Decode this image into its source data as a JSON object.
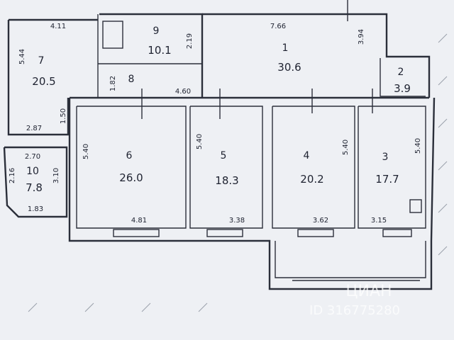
{
  "rooms": [
    {
      "id": "1",
      "area": "30.6"
    },
    {
      "id": "2",
      "area": "3.9"
    },
    {
      "id": "3",
      "area": "17.7"
    },
    {
      "id": "4",
      "area": "20.2"
    },
    {
      "id": "5",
      "area": "18.3"
    },
    {
      "id": "6",
      "area": "26.0"
    },
    {
      "id": "7",
      "area": "20.5"
    },
    {
      "id": "8",
      "area": ""
    },
    {
      "id": "9",
      "area": "10.1"
    },
    {
      "id": "10",
      "area": "7.8"
    }
  ],
  "dimensions": {
    "d411": "4.11",
    "d766": "7.66",
    "d544": "5.44",
    "d219": "2.19",
    "d394": "3.94",
    "d182": "1.82",
    "d460": "4.60",
    "d150": "1.50",
    "d287": "2.87",
    "d270": "2.70",
    "d216": "2.16",
    "d310": "3.10",
    "d183": "1.83",
    "d540a": "5.40",
    "d540b": "5.40",
    "d540c": "5.40",
    "d540d": "5.40",
    "d481": "4.81",
    "d338": "3.38",
    "d362": "3.62",
    "d315": "3.15"
  },
  "watermark": "ID 316775280",
  "watermark_brand": "ЦИАН"
}
